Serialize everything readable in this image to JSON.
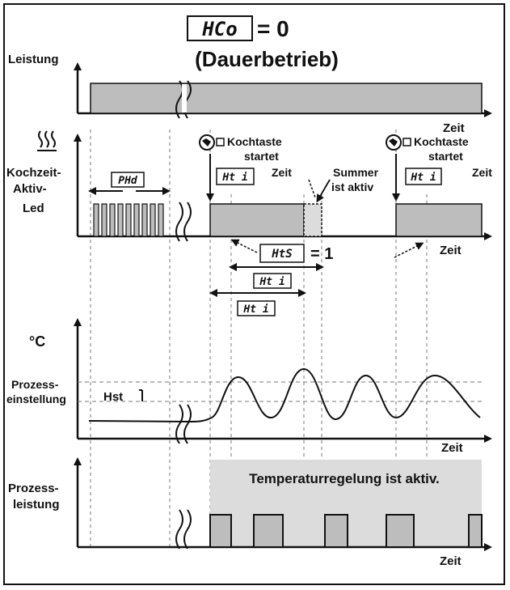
{
  "header": {
    "param_code": "HCo",
    "equals_value": "= 0",
    "mode": "(Dauerbetrieb)"
  },
  "axis_time_label": "Zeit",
  "panel_power": {
    "label": "Leistung"
  },
  "panel_led": {
    "label_line1": "Kochzeit-",
    "label_line2": "Aktiv-",
    "label_line3": "Led",
    "heat_icon": "steam-heat-icon",
    "phd_code": "PHd",
    "start_line1": "Kochtaste",
    "start_line2": "startet",
    "start_line3": "Zeit",
    "start_icon": "hand-press-button-icon",
    "hti_code": "Ht i",
    "summer_line1": "Summer",
    "summer_line2": "ist aktiv",
    "hts_code": "HtS",
    "hts_value": "= 1"
  },
  "panel_temp": {
    "unit_label": "°C",
    "setpoint_line1": "Prozess-",
    "setpoint_line2": "einstellung",
    "hst_label": "Hst"
  },
  "panel_output": {
    "label_line1": "Prozess-",
    "label_line2": "leistung",
    "active_text": "Temperaturregelung ist aktiv."
  },
  "colors": {
    "fill_gray": "#bdbdbd",
    "shade_gray": "#dcdcdc",
    "line": "#111111",
    "dash": "#777777"
  }
}
